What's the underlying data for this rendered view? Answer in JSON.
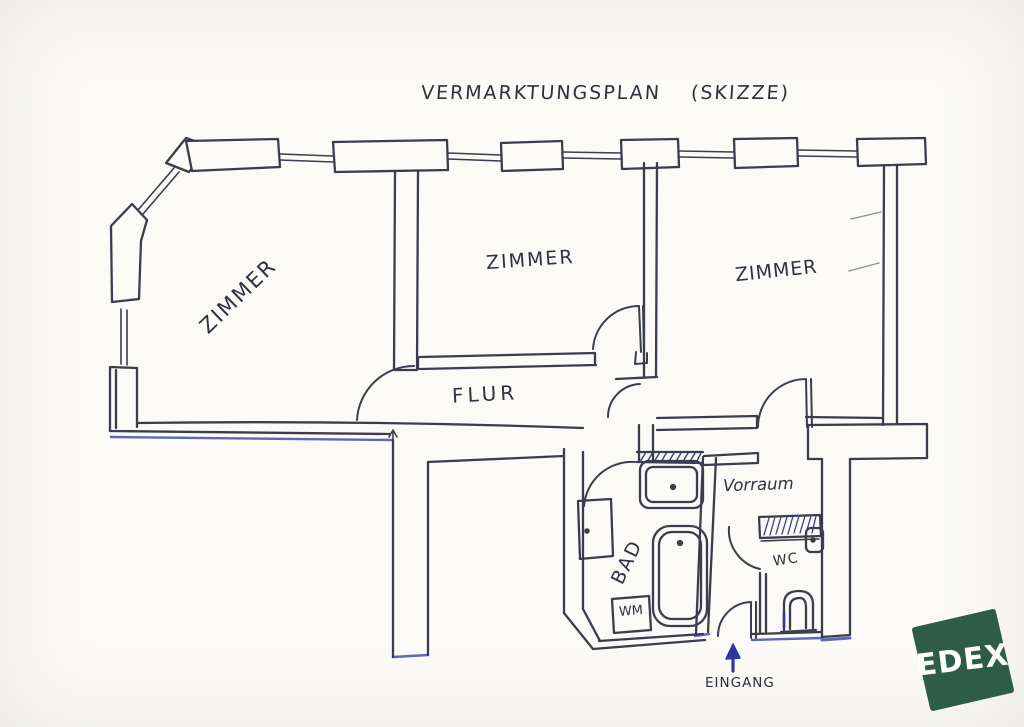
{
  "title": {
    "main": "VERMARKTUNGSPLAN",
    "suffix": "(SKIZZE)"
  },
  "labels": {
    "zimmer_left": "ZIMMER",
    "zimmer_middle": "ZIMMER",
    "zimmer_right": "ZIMMER",
    "flur": "FLUR",
    "bad": "BAD",
    "wm": "WM",
    "wc": "WC",
    "vorraum": "Vorraum",
    "eingang": "EINGANG"
  },
  "icons": {
    "entrance_arrow": "up-arrow"
  },
  "logo": {
    "text": "EDEX",
    "color": "#2e5c49"
  },
  "colors": {
    "ink": "#3b3d4c",
    "accent_blue": "#2d36a0",
    "paper": "#fbfaf7"
  }
}
